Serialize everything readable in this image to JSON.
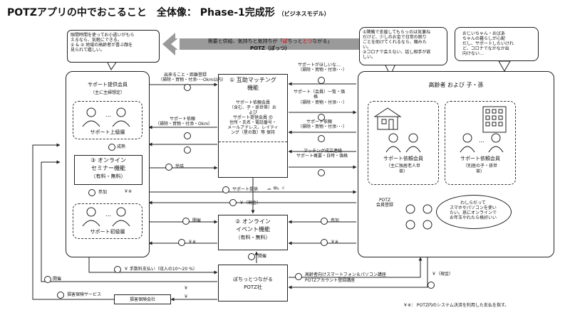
{
  "title": {
    "main": "POTZアプリの中でおこること　全体像：  Phase-1完成形",
    "sub": "（ビジネスモデル）"
  },
  "banner": {
    "line1_a": "需要と供給、気持ちと気持ちが「",
    "line1_red1": "ぽ",
    "line1_b": "ちっと",
    "line1_red2": "と",
    "line1_c": "",
    "line1_red3": "つ",
    "line1_d": "ながる」",
    "line2": "POTZ（ぽっつ）"
  },
  "bubble_left": {
    "line1": "隙間時間を使ってお小遣いがもら",
    "line2": "えるなら、気軽にできる。",
    "line3": "① & ② 地域の高齢者が喜ぶ顔を",
    "line4": "見られて嬉しい。"
  },
  "bubble_right_a": {
    "line1": "①隣備で支援してもらっのは気兼ね",
    "line2": "だけど、少しのお金で日常の困り",
    "line3": "ごとを助けてくれるなら、頼みた",
    "line4": "い。",
    "line5": "②コロナで会えない、話し相手が欲",
    "line6": "しい。"
  },
  "bubble_right_b": {
    "line1": "おじいちゃん・おばあ",
    "line2": "ちゃんの暮らしが心配",
    "line3": "だし、サポートしたいけれ",
    "line4": "ど、コロナでなかなか出",
    "line5": "向けない…"
  },
  "bubble_bottom": {
    "line1": "わしらだって",
    "line2": "スマホやパソコンを使い",
    "line3": "たい。孫にオンラインで",
    "line4": "お年玉やれたら格好いい"
  },
  "support_members": {
    "title": "サポート提供会員",
    "subtitle": "（主に主婦想定）",
    "upper_label": "サポート上級層",
    "seminar_line1": "③ オンライン",
    "seminar_line2": "セミナー機能",
    "seminar_line3": "（有料・無料）",
    "beginner_label": "サポート初級層",
    "grade_up": "成熟",
    "join": "参加",
    "yen_mark": "￥※"
  },
  "matching": {
    "title_line1": "① 互助マッチング",
    "title_line2": "機能",
    "desc_line1": "サポート依頼会員",
    "desc_line2": "（含む、子・孫世帯）お",
    "desc_line3": "よび",
    "desc_line4": "サポート提供会員 の",
    "desc_line5": "住所・氏名・電話番号・",
    "desc_line6": "メールアドレス、レイティ",
    "desc_line7": "ング（星の数）等 保持"
  },
  "event": {
    "title_line1": "② オンライン",
    "title_line2": "イベント機能",
    "title_line3": "（有料・無料）"
  },
  "company": {
    "line1": "ぽちっとつながる",
    "line2": "POTZ社"
  },
  "elderly": {
    "title": "高齢者 および 子・孫",
    "left_label1": "サポート依頼会員",
    "left_label2": "（主に独居老人世",
    "left_label3": "帯）",
    "right_label1": "サポート依頼会員",
    "right_label2": "（別居の子・孫世",
    "right_label3": "帯）",
    "potz_reg1": "POTZ",
    "potz_reg2": "会員登録"
  },
  "flows": {
    "submit_line1": "出来ること・距離登録",
    "submit_line2": "（掃除・買物・付添･･･Okm以内）",
    "want_line1": "サポートがほしいな…",
    "want_line2": "（掃除・買物・付添･･･）",
    "list_line1": "サポート（会員）一覧・価",
    "list_line2": "格",
    "list_line3": "（掃除・買物・付添･･･）",
    "req_left_line1": "サポート依頼",
    "req_left_line2": "（掃除・買物・付添・Okm）",
    "req_right_line1": "サポート依頼",
    "req_right_line2": "（掃除・買物・付添･･･）",
    "accept": "受諾",
    "match_line1": "マッチング成立連絡",
    "match_line2": "サポート概要・日時・価格",
    "support_provide": "サポート提供",
    "cash_top": "￥（現金）",
    "host": "開催",
    "attend": "参加",
    "yen_mark_left": "￥※",
    "yen_mark_right": "￥※",
    "host_center": "開催",
    "fee": "￥ 手数料支払い（収入の10～20 %）",
    "host_left": "開催",
    "insurance_service": "損害保険サービス",
    "yen_insurance": "￥",
    "yen_company": "￥",
    "lecture_line1": "高齢者向けスマートフォン＆パソコン講座",
    "lecture_line2": "POTZアカウント登録講座",
    "cash_bottom": "￥（現金）"
  },
  "insurer": "損害保険会社",
  "footnote": "￥※： POTZ内のシステム決済を利用した支払を指す。"
}
